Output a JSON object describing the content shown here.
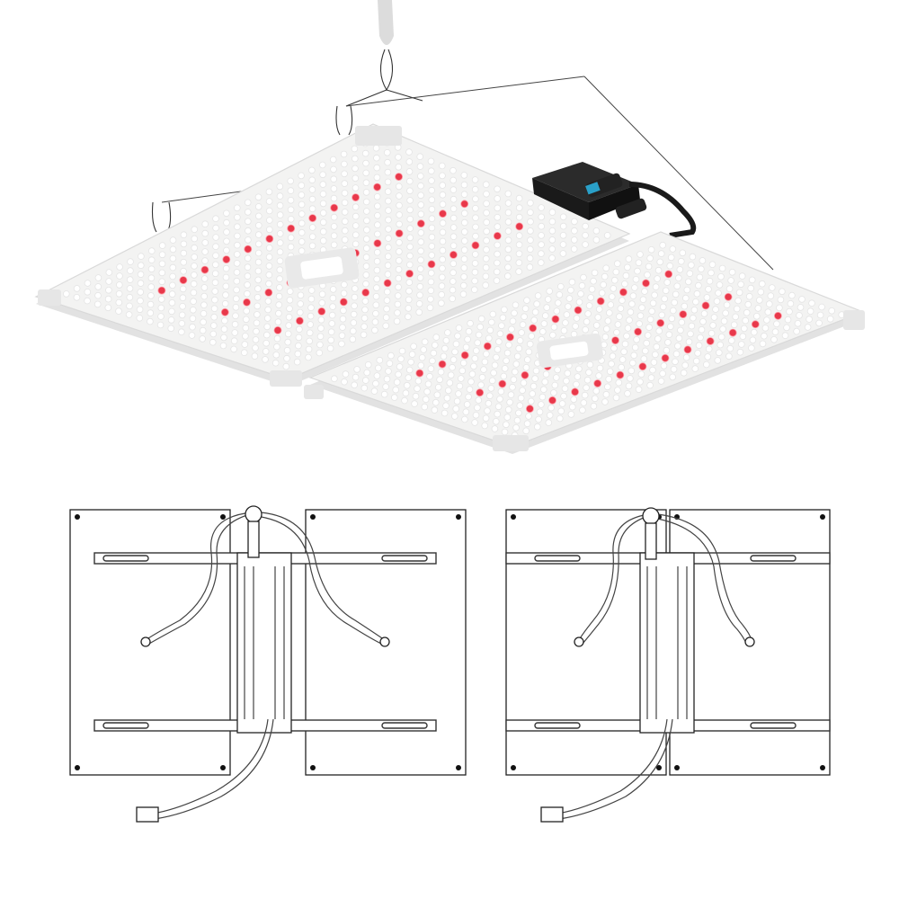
{
  "colors": {
    "led_white": "#ffffff",
    "led_red": "#e8384a",
    "panel": "#f3f3f2",
    "driver": "#1e1e1e",
    "connector_accent": "#2aa0c8",
    "line_art": "#222222"
  },
  "icons": [
    "led-panel-left",
    "led-panel-right",
    "driver-box",
    "hanger-hook",
    "wiring-diagram-a",
    "wiring-diagram-b"
  ]
}
